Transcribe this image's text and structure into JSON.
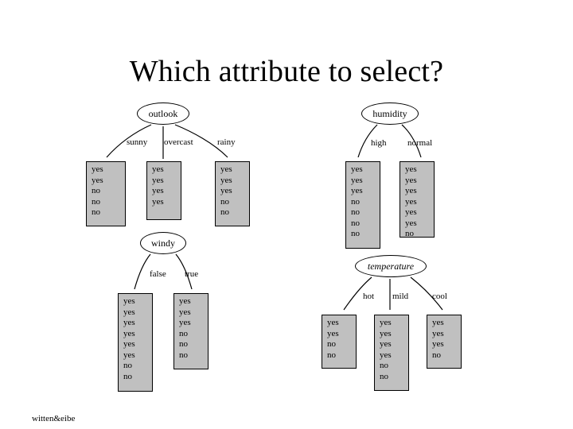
{
  "slide": {
    "title": "Which attribute to select?",
    "footer": "witten&eibe",
    "background": "#ffffff",
    "leaf_fill": "#c0c0c0",
    "stroke": "#000000"
  },
  "trees": [
    {
      "id": "outlook-tree",
      "root": "outlook",
      "branches": [
        {
          "label": "sunny",
          "leaf": [
            "yes",
            "yes",
            "no",
            "no",
            "no"
          ]
        },
        {
          "label": "overcast",
          "leaf": [
            "yes",
            "yes",
            "yes",
            "yes"
          ]
        },
        {
          "label": "rainy",
          "leaf": [
            "yes",
            "yes",
            "yes",
            "no",
            "no"
          ]
        }
      ]
    },
    {
      "id": "humidity-tree",
      "root": "humidity",
      "branches": [
        {
          "label": "high",
          "leaf": [
            "yes",
            "yes",
            "yes",
            "no",
            "no",
            "no",
            "no"
          ]
        },
        {
          "label": "normal",
          "leaf": [
            "yes",
            "yes",
            "yes",
            "yes",
            "yes",
            "yes",
            "no"
          ]
        }
      ]
    },
    {
      "id": "windy-tree",
      "root": "windy",
      "branches": [
        {
          "label": "false",
          "leaf": [
            "yes",
            "yes",
            "yes",
            "yes",
            "yes",
            "yes",
            "no",
            "no"
          ]
        },
        {
          "label": "true",
          "leaf": [
            "yes",
            "yes",
            "yes",
            "no",
            "no",
            "no"
          ]
        }
      ]
    },
    {
      "id": "temperature-tree",
      "root": "temperature",
      "branches": [
        {
          "label": "hot",
          "leaf": [
            "yes",
            "yes",
            "no",
            "no"
          ]
        },
        {
          "label": "mild",
          "leaf": [
            "yes",
            "yes",
            "yes",
            "yes",
            "no",
            "no"
          ]
        },
        {
          "label": "cool",
          "leaf": [
            "yes",
            "yes",
            "yes",
            "no"
          ]
        }
      ]
    }
  ]
}
